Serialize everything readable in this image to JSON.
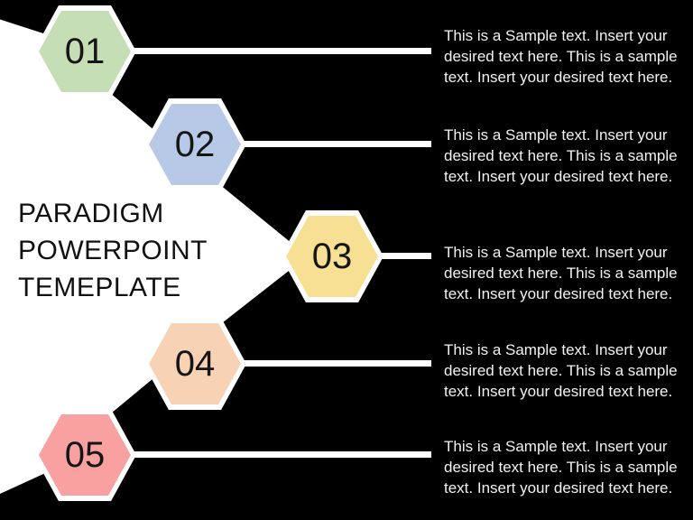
{
  "slide": {
    "background_color": "#000000",
    "wedge_color": "#ffffff",
    "title": {
      "line1": "PARADIGM",
      "line2": "POWERPOINT",
      "line3": "TEMEPLATE"
    }
  },
  "steps": [
    {
      "number": "01",
      "color": "#c6deb5",
      "text": "This is a Sample text. Insert your desired text here. This is a sample text. Insert your desired text here."
    },
    {
      "number": "02",
      "color": "#b8c9e8",
      "text": "This is a Sample text. Insert your desired text here. This is a sample text. Insert your desired text here."
    },
    {
      "number": "03",
      "color": "#f7e094",
      "text": "This is a Sample text. Insert your desired text here. This is a sample text. Insert your desired text here."
    },
    {
      "number": "04",
      "color": "#f7d2b5",
      "text": "This is a Sample text. Insert your desired text here. This is a sample text. Insert your desired text here."
    },
    {
      "number": "05",
      "color": "#f9a0a0",
      "text": "This is a Sample text. Insert your desired text here. This is a sample text. Insert your desired text here."
    }
  ]
}
